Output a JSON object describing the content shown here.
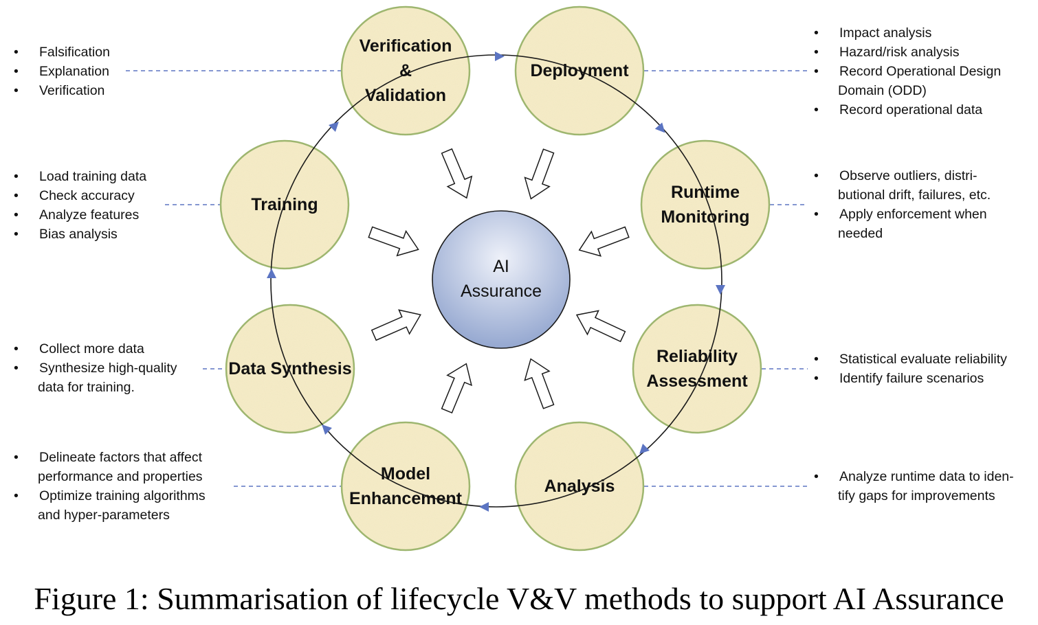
{
  "center": {
    "label_line1": "AI",
    "label_line2": "Assurance"
  },
  "stages": [
    {
      "id": "verification-validation",
      "lines": [
        "Verification",
        "&",
        "Validation"
      ]
    },
    {
      "id": "deployment",
      "lines": [
        "Deployment"
      ]
    },
    {
      "id": "runtime-monitoring",
      "lines": [
        "Runtime",
        "Monitoring"
      ]
    },
    {
      "id": "reliability-assessment",
      "lines": [
        "Reliability",
        "Assessment"
      ]
    },
    {
      "id": "analysis",
      "lines": [
        "Analysis"
      ]
    },
    {
      "id": "model-enhancement",
      "lines": [
        "Model",
        "Enhancement"
      ]
    },
    {
      "id": "data-synthesis",
      "lines": [
        "Data Synthesis"
      ]
    },
    {
      "id": "training",
      "lines": [
        "Training"
      ]
    }
  ],
  "methods": {
    "verification_validation": [
      [
        "Falsification"
      ],
      [
        "Explanation"
      ],
      [
        "Verification"
      ]
    ],
    "deployment": [
      [
        "Impact analysis"
      ],
      [
        "Hazard/risk analysis"
      ],
      [
        "Record Operational Design",
        "Domain (ODD)"
      ],
      [
        "Record operational data"
      ]
    ],
    "runtime_monitoring": [
      [
        "Observe outliers, distri-",
        " butional drift, failures, etc."
      ],
      [
        "Apply enforcement when",
        "needed"
      ]
    ],
    "reliability_assessment": [
      [
        "Statistical evaluate reliability"
      ],
      [
        "Identify failure scenarios"
      ]
    ],
    "analysis": [
      [
        "Analyze runtime data to iden-",
        "tify gaps for improvements"
      ]
    ],
    "model_enhancement": [
      [
        "Delineate factors that affect",
        " performance and properties"
      ],
      [
        "Optimize training algorithms",
        "and hyper-parameters"
      ]
    ],
    "data_synthesis": [
      [
        "Collect more data"
      ],
      [
        "Synthesize high-quality",
        "data for training."
      ]
    ],
    "training": [
      [
        "Load training data"
      ],
      [
        "Check accuracy"
      ],
      [
        "Analyze features"
      ],
      [
        "Bias analysis"
      ]
    ]
  },
  "caption": "Figure 1: Summarisation of lifecycle V&V methods to support AI Assurance",
  "colors": {
    "stage_fill": "#f6ecc6",
    "stage_stroke": "#9cb66a",
    "center_fill_top": "#e9edf7",
    "center_fill_bottom": "#8fa4cf",
    "cycle_line": "#1a1a1a",
    "cycle_arrow": "#5b74c2",
    "connector": "#5b74c2"
  }
}
